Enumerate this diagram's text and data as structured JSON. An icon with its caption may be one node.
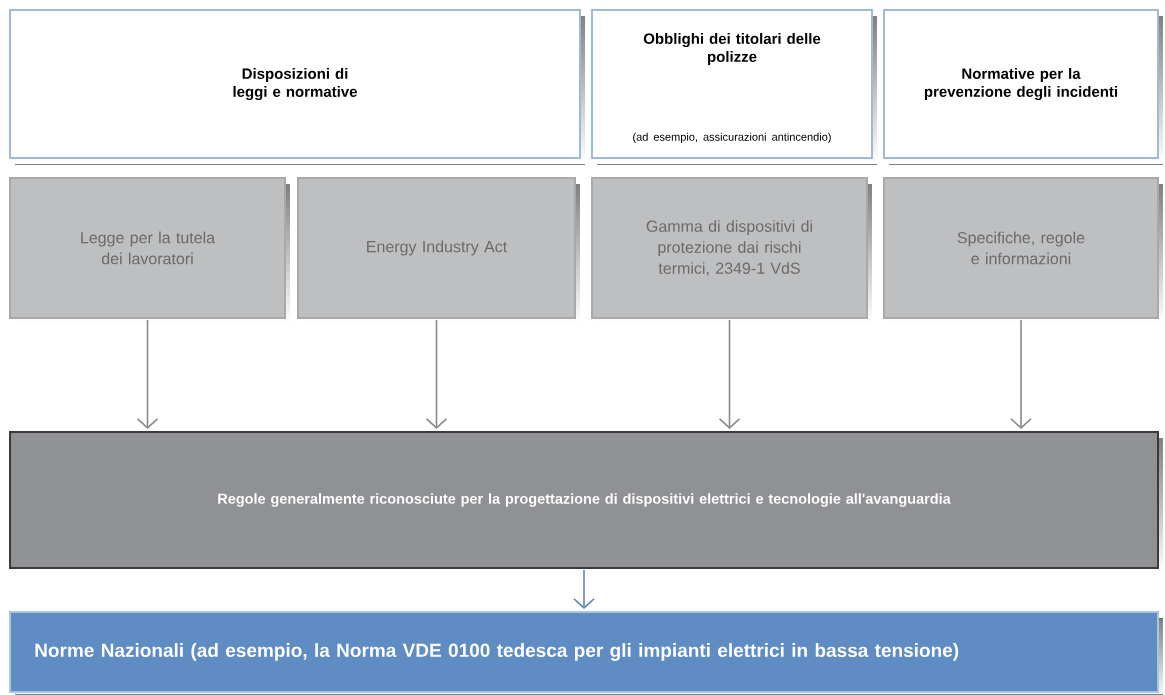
{
  "diagram": {
    "nodes": [
      {
        "text": [
          "Disposizioni di leggi e normative"
        ]
      },
      {
        "text": [
          "Obblighi dei titolari delle polizze",
          "(ad esempio, assicurazioni antincendio)"
        ]
      },
      {
        "text": [
          "Normative per la prevenzione degli incidenti"
        ]
      },
      {
        "text": [
          "Legge per la tutela dei lavoratori"
        ]
      },
      {
        "text": [
          "Energy Industry Act"
        ]
      },
      {
        "text": [
          "Gamma di dispositivi di protezione dai rischi termici, 2349-1 VdS"
        ]
      },
      {
        "text": [
          "Specifiche, regole e informazioni"
        ]
      },
      {
        "text": [
          "Regole generalmente riconosciute per la progettazione di dispositivi elettrici e tecnologie all'avanguardia"
        ]
      },
      {
        "text": [
          "Norme Nazionali (ad esempio, la Norma VDE 0100 tedesca per gli impianti elettrici in bassa tensione)"
        ]
      }
    ],
    "edges": [
      {
        "from": 3,
        "to": 7,
        "arrow": "to"
      },
      {
        "from": 4,
        "to": 7,
        "arrow": "to"
      },
      {
        "from": 5,
        "to": 7,
        "arrow": "to"
      },
      {
        "from": 6,
        "to": 7,
        "arrow": "to"
      },
      {
        "from": 7,
        "to": 8,
        "arrow": "to",
        "color": "#5b88bd"
      }
    ]
  }
}
